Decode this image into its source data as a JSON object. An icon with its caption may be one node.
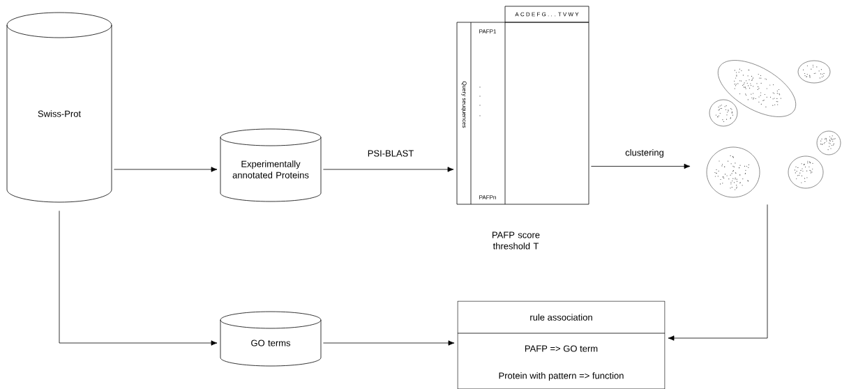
{
  "diagram": {
    "nodes": [
      {
        "text": [
          "Swiss-Prot"
        ]
      },
      {
        "text": [
          "Experimentally annotated Proteins"
        ]
      },
      {
        "text": [
          "A C D E F G . . . T V W Y",
          "Query seuquences",
          "PAFP1",
          "PAFPn"
        ],
        "beside": [
          "PAFP score threshold T"
        ]
      },
      {
        "text": [],
        "shape": "picture"
      },
      {
        "text": [
          "GO terms"
        ]
      },
      {
        "text": [
          "rule association",
          "PAFP => GO term",
          "Protein with pattern => function"
        ]
      }
    ],
    "edges": [
      {
        "from": 0,
        "to": 1,
        "arrow": "to"
      },
      {
        "from": 1,
        "to": 2,
        "arrow": "to",
        "label": "PSI-BLAST"
      },
      {
        "from": 2,
        "to": 3,
        "arrow": "to",
        "label": "clustering"
      },
      {
        "from": 0,
        "to": 4,
        "arrow": "to"
      },
      {
        "from": 4,
        "to": 5,
        "arrow": "to"
      },
      {
        "from": 3,
        "to": 5,
        "arrow": "to"
      }
    ]
  }
}
